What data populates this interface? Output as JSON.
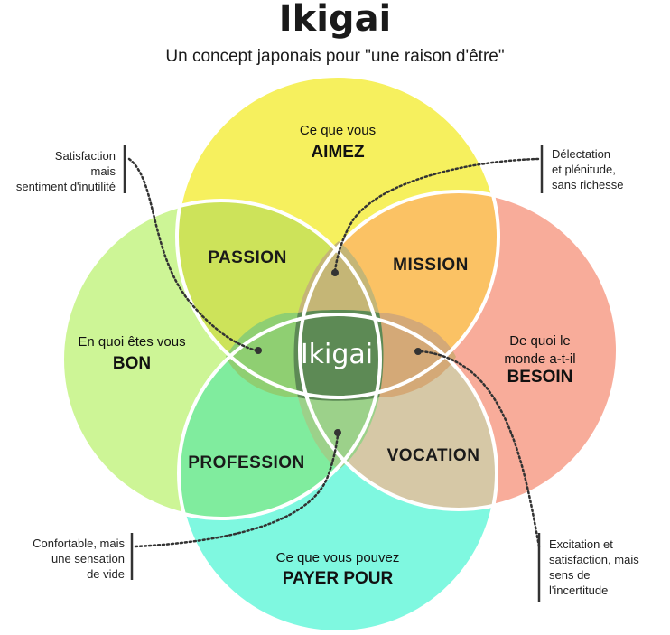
{
  "title": "Ikigai",
  "subtitle": "Un concept japonais pour \"une raison d'être\"",
  "circles": {
    "top": {
      "line1": "Ce que vous",
      "line2": "AIMEZ",
      "color": "#f6f05e"
    },
    "left": {
      "line1": "En quoi êtes vous",
      "line2": "BON",
      "color": "#cdf596"
    },
    "right": {
      "line1": "De quoi le",
      "line2": "monde a-t-il",
      "line3": "BESOIN",
      "color": "#f8ac9a"
    },
    "bottom": {
      "line1": "Ce que vous pouvez",
      "line2": "PAYER POUR",
      "color": "#7ff8e0"
    }
  },
  "regions": {
    "passion": "PASSION",
    "mission": "MISSION",
    "profession": "PROFESSION",
    "vocation": "VOCATION",
    "center": "Ikigai"
  },
  "region_colors": {
    "passion": "#cde35a",
    "mission": "#fbc264",
    "profession": "#80ec9e",
    "vocation": "#d6c8a6",
    "top_lens": "#c5b676",
    "left_lens": "#8fcf72",
    "right_lens": "#d4a977",
    "bottom_lens": "#9cd18a",
    "center": "#5d8a55"
  },
  "notes": {
    "top_left": [
      "Satisfaction",
      "mais",
      "sentiment d'inutilité"
    ],
    "top_right": [
      "Délectation",
      "et plénitude,",
      "sans richesse"
    ],
    "bottom_left": [
      "Confortable, mais",
      "une sensation",
      "de vide"
    ],
    "bottom_right": [
      "Excitation et",
      "satisfaction, mais",
      "sens de",
      "l'incertitude"
    ]
  }
}
